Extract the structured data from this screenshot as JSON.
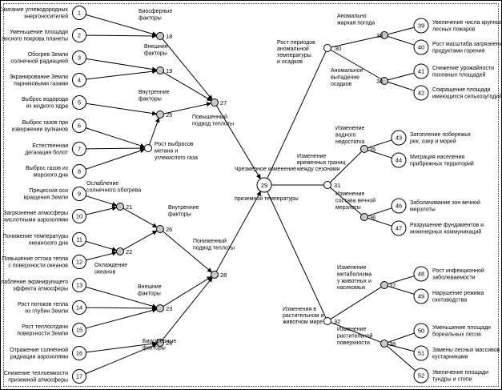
{
  "numbered_nodes": [
    {
      "n": "1",
      "label": [
        "Сжигание углеводородных",
        "энергоносителей"
      ]
    },
    {
      "n": "2",
      "label": [
        "Уменьшение площади",
        "лесного покрова планеты"
      ]
    },
    {
      "n": "3",
      "label": [
        "Обогрев Земли",
        "солнечной радиацией"
      ]
    },
    {
      "n": "4",
      "label": [
        "Экранирование Земли",
        "парниковыми газами"
      ]
    },
    {
      "n": "5",
      "label": [
        "Выброс водорода",
        "из жидкого ядра"
      ]
    },
    {
      "n": "6",
      "label": [
        "Выброс газов при",
        "извержении вулканов"
      ]
    },
    {
      "n": "7",
      "label": [
        "Естественная",
        "дегазация болот"
      ]
    },
    {
      "n": "8",
      "label": [
        "Выброс газов из",
        "морского дна"
      ]
    },
    {
      "n": "9",
      "label": [
        "Прецессия оси",
        "вращения Земли"
      ]
    },
    {
      "n": "10",
      "label": [
        "Загрязнение атмосферы",
        "кислотными аэрозолями"
      ]
    },
    {
      "n": "11",
      "label": [
        "Понижение температуры",
        "океанского дна"
      ]
    },
    {
      "n": "12",
      "label": [
        "Повышение оттока тепла",
        "с поверхности океанов"
      ]
    },
    {
      "n": "13",
      "label": [
        "Ослабление экранирующего",
        "эффекта атмосферы"
      ]
    },
    {
      "n": "14",
      "label": [
        "Рост потоков тепла",
        "из глубин Земли"
      ]
    },
    {
      "n": "15",
      "label": [
        "Рост теплоотдачи",
        "поверхности Земли"
      ]
    },
    {
      "n": "16",
      "label": [
        "Отражение солнечной",
        "радиации аэрозолями"
      ]
    },
    {
      "n": "17",
      "label": [
        "Снижение теплоемкости",
        "приземной атмосферы"
      ]
    },
    {
      "n": "39",
      "label": [
        "Увеличение числа крупных",
        "лесных пожаров"
      ]
    },
    {
      "n": "40",
      "label": [
        "Рост масштаба загрязнения",
        "продуктами горения"
      ]
    },
    {
      "n": "41",
      "label": [
        "Снижение урожайности",
        "посевных площадей"
      ]
    },
    {
      "n": "42",
      "label": [
        "Сокращение площади",
        "имеющихся сельхозугодий"
      ]
    },
    {
      "n": "43",
      "label": [
        "Затопление побережья",
        "рек, озер и морей"
      ]
    },
    {
      "n": "44",
      "label": [
        "Миграция населения",
        "прибрежных территорий"
      ]
    },
    {
      "n": "46",
      "label": [
        "Заболачивание зон вечной",
        "мерзлоты"
      ]
    },
    {
      "n": "47",
      "label": [
        "Разрушение фундаментов и",
        "инженерных коммуникаций"
      ]
    },
    {
      "n": "48",
      "label": [
        "Рост инфекционной",
        "заболеваемости"
      ]
    },
    {
      "n": "49",
      "label": [
        "Нарушение режима",
        "скотоводства"
      ]
    },
    {
      "n": "50",
      "label": [
        "Уменьшение площади",
        "бореальных лесов"
      ]
    },
    {
      "n": "51",
      "label": [
        "Замены лесных массивов",
        "кустарниками"
      ]
    },
    {
      "n": "52",
      "label": [
        "Увеличение площади",
        "тундры и степи"
      ]
    }
  ],
  "gate_nodes": [
    {
      "n": "18",
      "label": [
        "Биосферные",
        "факторы"
      ]
    },
    {
      "n": "19",
      "label": [
        "Внешние",
        "факторы"
      ]
    },
    {
      "n": "25",
      "label": [
        "Внутренние",
        "факторы"
      ]
    },
    {
      "n": "21",
      "label": [
        "Ослабление",
        "солнечного обогрева"
      ]
    },
    {
      "n": "22",
      "label": [
        "Охлаждение",
        "океанов"
      ]
    },
    {
      "n": "23",
      "label": [
        "Внешние",
        "факторы"
      ]
    },
    {
      "n": "24",
      "label": [
        "Биосферные",
        "факторы"
      ]
    },
    {
      "n": "26",
      "label": [
        "Внутренние",
        "факторы"
      ]
    },
    {
      "n": "27",
      "label": [
        "Повышенный",
        "подвод теплоты"
      ]
    },
    {
      "n": "28",
      "label": [
        "Пониженный",
        "подвод теплоты"
      ]
    },
    {
      "n": "33",
      "label": [
        "Аномально",
        "жаркая погода"
      ]
    },
    {
      "n": "34",
      "label": [
        "Аномальное",
        "выпадение",
        "осадков"
      ]
    },
    {
      "n": "35",
      "label": [
        "Изменение",
        "водного",
        "недостатка"
      ]
    },
    {
      "n": "36",
      "label": [
        "Изменение",
        "состава вечной",
        "мерзлоты"
      ]
    },
    {
      "n": "37",
      "label": [
        "Изменение",
        "метаболизма",
        "у животных и",
        "насекомых"
      ]
    },
    {
      "n": "38",
      "label": [
        "Изменение",
        "растительной",
        "поверхности"
      ]
    }
  ],
  "hub_nodes": [
    {
      "n": "29",
      "label": [
        "Чрезмерное изменение",
        "приземной температуры"
      ]
    },
    {
      "n": "30",
      "label": [
        "Рост периодов",
        "аномальной",
        "температуры",
        "и осадков"
      ]
    },
    {
      "n": "31",
      "label": [
        "Изменение",
        "временных границ",
        "между сезонами"
      ]
    },
    {
      "n": "32",
      "label": [
        "Изменения в",
        "растительном и",
        "животном мире"
      ]
    }
  ],
  "extra_labels": {
    "gas": [
      "Рост выбросов",
      "метана и",
      "углекислого газа"
    ]
  }
}
